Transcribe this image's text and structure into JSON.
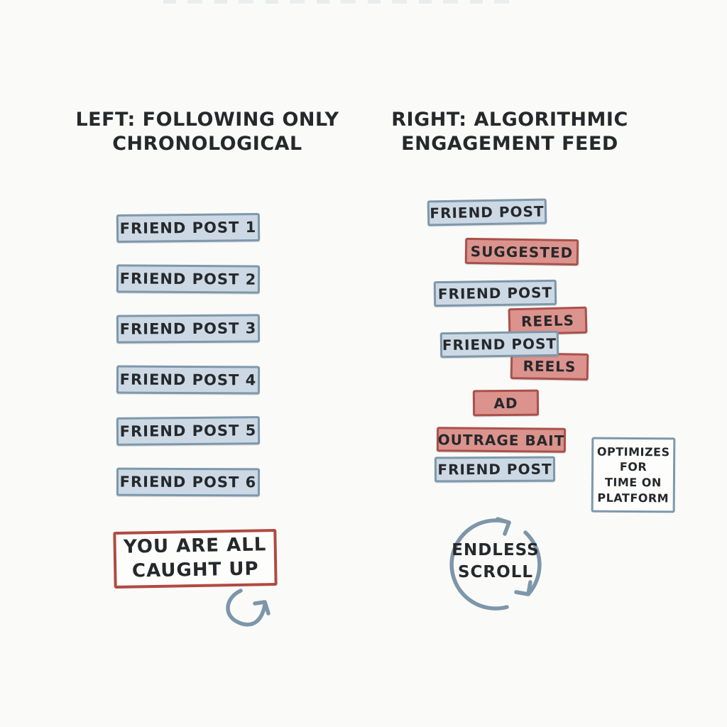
{
  "colors": {
    "background": "#fafaf8",
    "friend_box_fill": "#ccd9e5",
    "friend_box_border": "#7e98ab",
    "algorithmic_box_fill": "#dc938d",
    "algorithmic_box_border": "#a9514b",
    "end_card_border": "#b04a42",
    "note_card_border": "#7e98ab",
    "text": "#26282b",
    "arrow": "#7d96a9"
  },
  "header": {
    "left": {
      "line1": "LEFT: FOLLOWING ONLY",
      "line2": "CHRONOLOGICAL"
    },
    "right": {
      "line1": "RIGHT: ALGORITHMIC",
      "line2": "ENGAGEMENT FEED"
    }
  },
  "left_feed": {
    "posts": [
      "FRIEND POST 1",
      "FRIEND POST 2",
      "FRIEND POST 3",
      "FRIEND POST 4",
      "FRIEND POST 5",
      "FRIEND POST 6"
    ],
    "end_card": {
      "line1": "YOU ARE ALL",
      "line2": "CAUGHT UP"
    }
  },
  "right_feed": {
    "items": [
      {
        "label": "FRIEND POST",
        "type": "friend"
      },
      {
        "label": "SUGGESTED",
        "type": "algorithmic"
      },
      {
        "label": "FRIEND POST",
        "type": "friend"
      },
      {
        "label": "REELS",
        "type": "algorithmic"
      },
      {
        "label": "FRIEND POST",
        "type": "friend"
      },
      {
        "label": "REELS",
        "type": "algorithmic"
      },
      {
        "label": "AD",
        "type": "algorithmic"
      },
      {
        "label": "OUTRAGE BAIT",
        "type": "algorithmic"
      },
      {
        "label": "FRIEND POST",
        "type": "friend"
      }
    ],
    "note": {
      "line1": "OPTIMIZES",
      "line2": "FOR",
      "line3": "TIME ON",
      "line4": "PLATFORM"
    },
    "loop": {
      "line1": "ENDLESS",
      "line2": "SCROLL"
    }
  }
}
